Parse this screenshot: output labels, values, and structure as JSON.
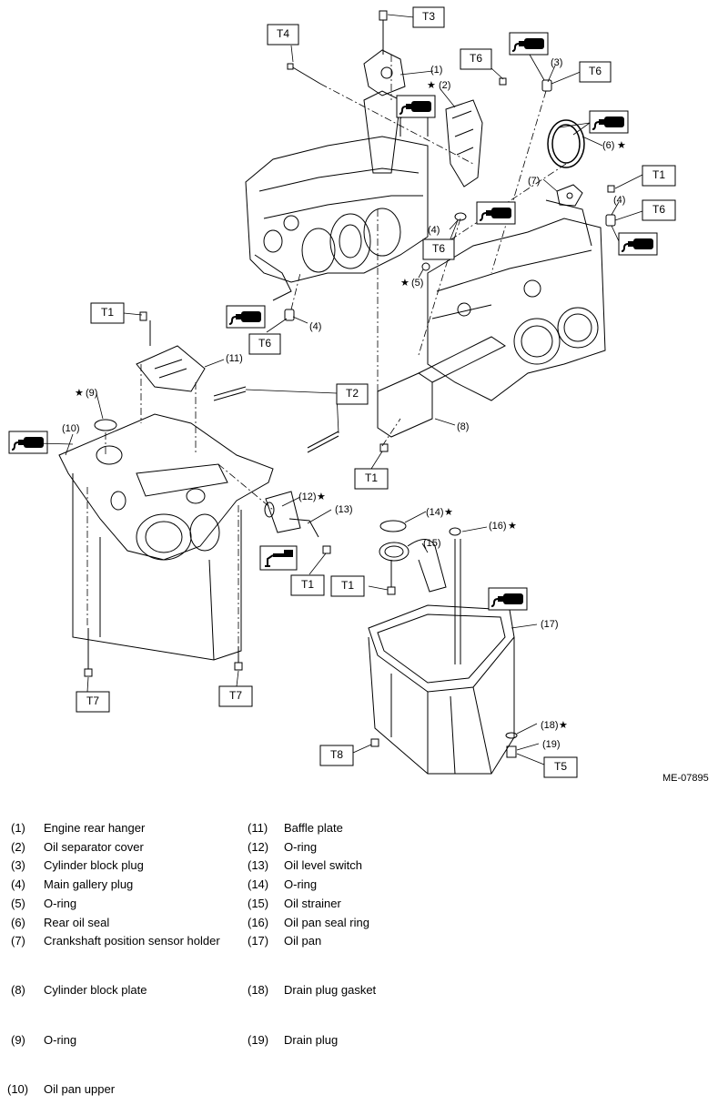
{
  "callouts": {
    "p1": "(1)",
    "p2": "(2)",
    "p3": "(3)",
    "p4a": "(4)",
    "p4b": "(4)",
    "p4c": "(4)",
    "p5": "(5)",
    "p6": "(6)",
    "p7": "(7)",
    "p8": "(8)",
    "p9": "(9)",
    "p10": "(10)",
    "p11": "(11)",
    "p12": "(12)",
    "p13": "(13)",
    "p14": "(14)",
    "p15": "(15)",
    "p16": "(16)",
    "p17": "(17)",
    "p18": "(18)",
    "p19": "(19)"
  },
  "star_symbol": "★",
  "torque_boxes": {
    "t3": "T3",
    "t4": "T4",
    "t6a": "T6",
    "t6b": "T6",
    "t1a": "T1",
    "t6c": "T6",
    "t6d": "T6",
    "t1b": "T1",
    "t6e": "T6",
    "t2": "T2",
    "t1c": "T1",
    "t1d": "T1",
    "t1e": "T1",
    "t7a": "T7",
    "t7b": "T7",
    "t8": "T8",
    "t5": "T5"
  },
  "figure_id": "ME-07895",
  "parts_list": {
    "left": [
      {
        "num": "(1)",
        "name": "Engine rear hanger"
      },
      {
        "num": "(2)",
        "name": "Oil separator cover"
      },
      {
        "num": "(3)",
        "name": "Cylinder block plug"
      },
      {
        "num": "(4)",
        "name": "Main gallery plug"
      },
      {
        "num": "(5)",
        "name": "O-ring"
      },
      {
        "num": "(6)",
        "name": "Rear oil seal"
      },
      {
        "num": "(7)",
        "name": "Crankshaft position sensor holder"
      },
      {
        "num": "(8)",
        "name": "Cylinder block plate"
      },
      {
        "num": "(9)",
        "name": "O-ring"
      },
      {
        "num": "(10)",
        "name": "Oil pan upper"
      }
    ],
    "right": [
      {
        "num": "(11)",
        "name": "Baffle plate"
      },
      {
        "num": "(12)",
        "name": "O-ring"
      },
      {
        "num": "(13)",
        "name": "Oil level switch"
      },
      {
        "num": "(14)",
        "name": "O-ring"
      },
      {
        "num": "(15)",
        "name": "Oil strainer"
      },
      {
        "num": "(16)",
        "name": "Oil pan seal ring"
      },
      {
        "num": "(17)",
        "name": "Oil pan"
      },
      {
        "num": "(18)",
        "name": "Drain plug gasket"
      },
      {
        "num": "(19)",
        "name": "Drain plug"
      }
    ]
  },
  "icons": [
    "oil-can-icon",
    "liquid-gasket-icon",
    "star-symbol"
  ]
}
